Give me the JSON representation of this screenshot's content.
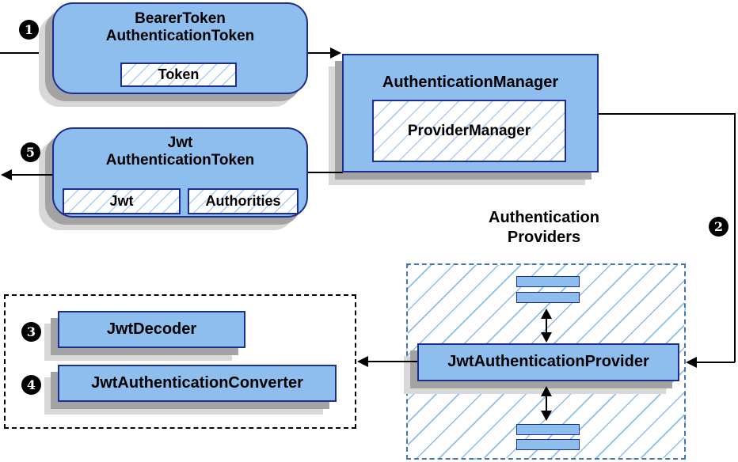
{
  "colors": {
    "blue-fill": "#8DBEEE",
    "navy": "#1F2D8F",
    "hatch-light": "#AECDF2",
    "hatch-big": "#8FBCEA",
    "dash-blue": "#4576B8",
    "shadow1": "#A3A3A3",
    "shadow2": "#D8D8D8",
    "ink": "#000000",
    "paper": "#FFFFFF"
  },
  "badges": {
    "b1": "1",
    "b2": "2",
    "b3": "3",
    "b4": "4",
    "b5": "5"
  },
  "nodes": {
    "bearer_token": {
      "line1": "BearerToken",
      "line2": "AuthenticationToken",
      "chip": "Token"
    },
    "authentication_manager": {
      "title": "AuthenticationManager",
      "chip": "ProviderManager"
    },
    "jwt_authentication_token": {
      "line1": "Jwt",
      "line2": "AuthenticationToken",
      "chip1": "Jwt",
      "chip2": "Authorities"
    },
    "providers_group": {
      "label_line1": "Authentication",
      "label_line2": "Providers"
    },
    "jwt_authentication_provider": {
      "title": "JwtAuthenticationProvider"
    },
    "jwt_decoder": {
      "title": "JwtDecoder"
    },
    "jwt_authentication_converter": {
      "title": "JwtAuthenticationConverter"
    }
  }
}
